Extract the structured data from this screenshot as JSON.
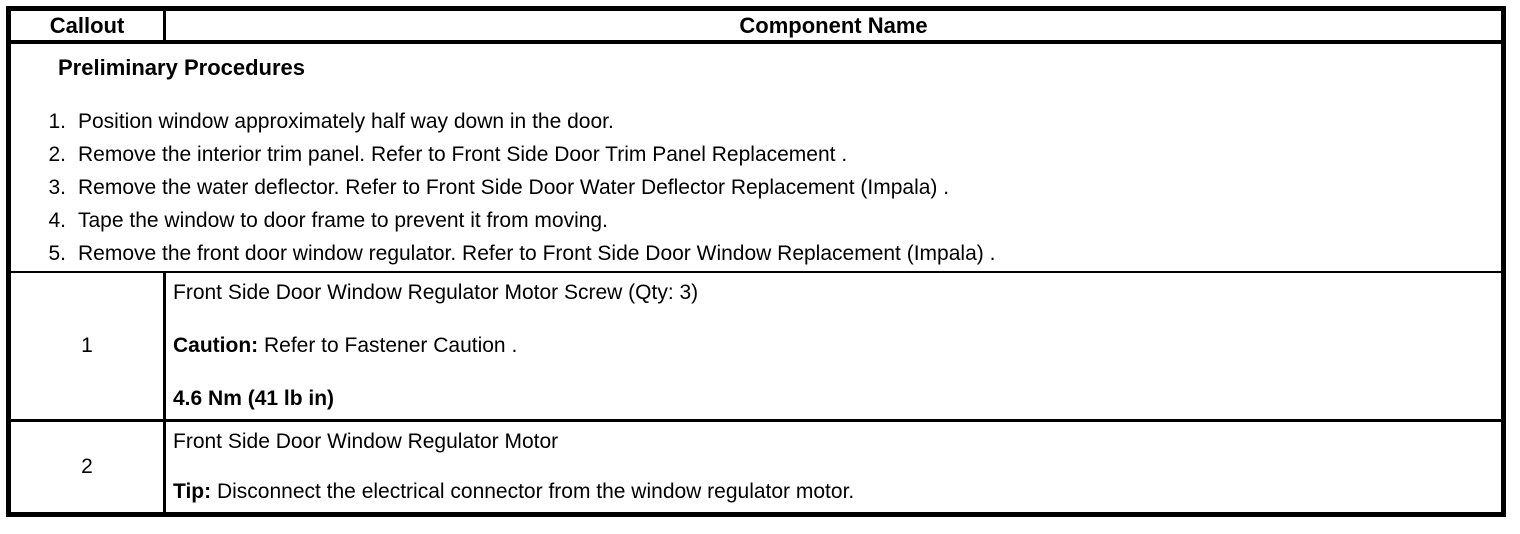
{
  "colors": {
    "border": "#000000",
    "background": "#ffffff",
    "text": "#000000"
  },
  "table": {
    "header": {
      "callout": "Callout",
      "component_name": "Component Name"
    },
    "preliminary": {
      "title": "Preliminary Procedures",
      "steps": [
        {
          "num": "1.",
          "text": "Position window approximately half way down in the door."
        },
        {
          "num": "2.",
          "text": "Remove the interior trim panel. Refer to Front Side Door Trim Panel Replacement ."
        },
        {
          "num": "3.",
          "text": "Remove the water deflector. Refer to Front Side Door Water Deflector Replacement (Impala) ."
        },
        {
          "num": "4.",
          "text": "Tape the window to door frame to prevent it from moving."
        },
        {
          "num": "5.",
          "text": "Remove the front door window regulator. Refer to Front Side Door Window Replacement (Impala) ."
        }
      ]
    },
    "rows": [
      {
        "callout": "1",
        "name": "Front Side Door Window Regulator Motor Screw (Qty: 3)",
        "note_label": "Caution:",
        "note_text": " Refer to Fastener Caution .",
        "torque": "4.6 Nm (41 lb in)"
      },
      {
        "callout": "2",
        "name": "Front Side Door Window Regulator Motor",
        "note_label": "Tip:",
        "note_text": " Disconnect the electrical connector from the window regulator motor."
      }
    ]
  }
}
